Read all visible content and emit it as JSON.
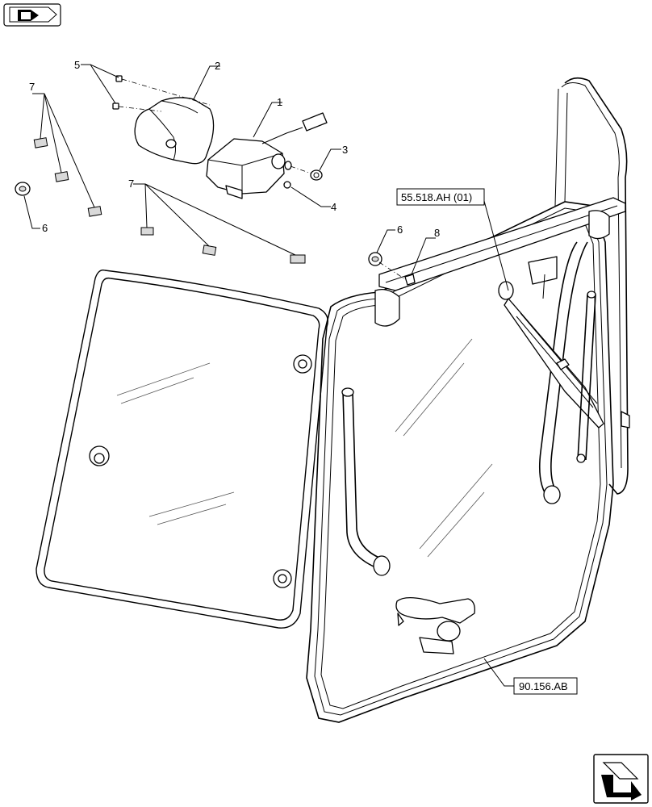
{
  "callouts": {
    "c1": "1",
    "c2": "2",
    "c3": "3",
    "c4": "4",
    "c5": "5",
    "c6a": "6",
    "c6b": "6",
    "c7a": "7",
    "c7b": "7",
    "c8": "8"
  },
  "references": {
    "wiper_ref": "55.518.AH (01)",
    "door_ref": "90.156.AB"
  },
  "icons": {
    "top_left": "prev-page-arrow-icon",
    "bottom_right": "next-page-arrow-icon"
  }
}
